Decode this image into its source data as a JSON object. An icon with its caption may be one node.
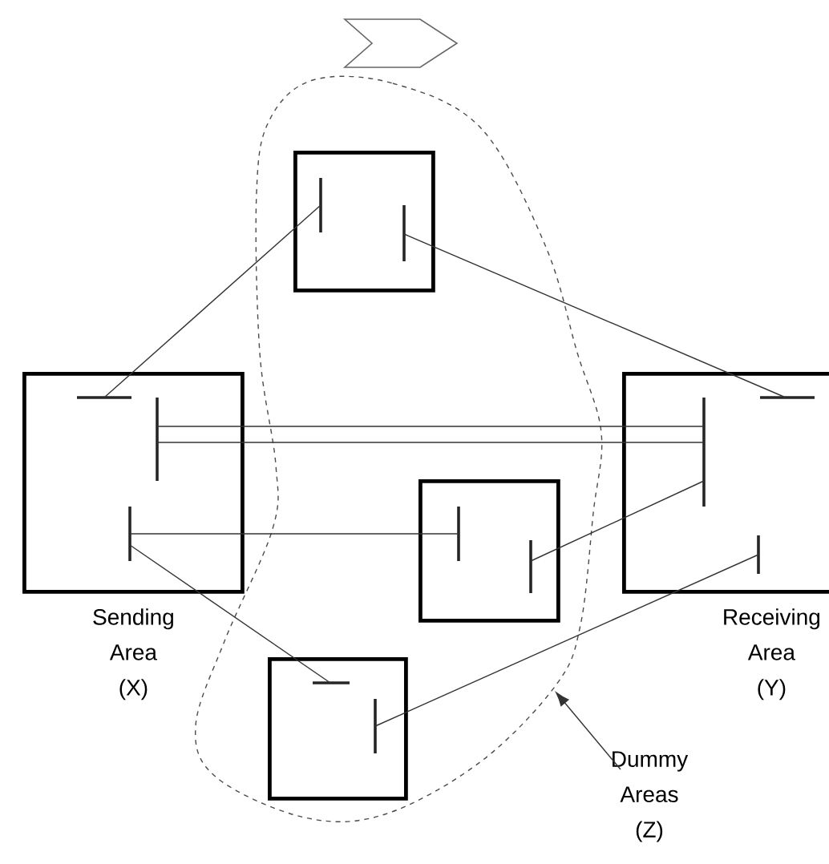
{
  "diagram": {
    "nodes": [
      {
        "text": [
          "Sending Area (X)"
        ]
      },
      {
        "text": [],
        "shape": "cloud"
      },
      {
        "text": [],
        "shape": "box",
        "in": 1
      },
      {
        "text": [],
        "shape": "box",
        "in": 1
      },
      {
        "text": [],
        "shape": "box",
        "in": 1
      },
      {
        "text": [
          "Receiving Area (Y)"
        ]
      },
      {
        "text": [
          "Dummy Areas (Z)"
        ]
      }
    ],
    "edges": [
      {
        "from": 0,
        "to": 2,
        "arrow": "none"
      },
      {
        "from": 2,
        "to": 5,
        "arrow": "none"
      },
      {
        "from": 0,
        "to": 5,
        "arrow": "none"
      },
      {
        "from": 0,
        "to": 5,
        "arrow": "none"
      },
      {
        "from": 0,
        "to": 3,
        "arrow": "none"
      },
      {
        "from": 0,
        "to": 4,
        "arrow": "none"
      },
      {
        "from": 3,
        "to": 5,
        "arrow": "none"
      },
      {
        "from": 4,
        "to": 5,
        "arrow": "none"
      },
      {
        "from": 6,
        "to": 1,
        "arrow": "to"
      }
    ]
  }
}
